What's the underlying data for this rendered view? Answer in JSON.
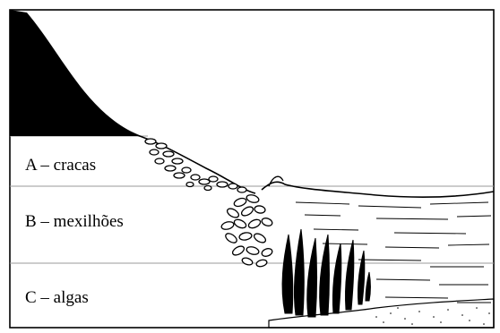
{
  "zones": [
    {
      "id": "A",
      "label": "A – cracas"
    },
    {
      "id": "B",
      "label": "B – mexilhões"
    },
    {
      "id": "C",
      "label": "C – algas"
    }
  ],
  "colors": {
    "ink": "#000000",
    "divider": "#9a9a9a",
    "background": "#ffffff"
  }
}
